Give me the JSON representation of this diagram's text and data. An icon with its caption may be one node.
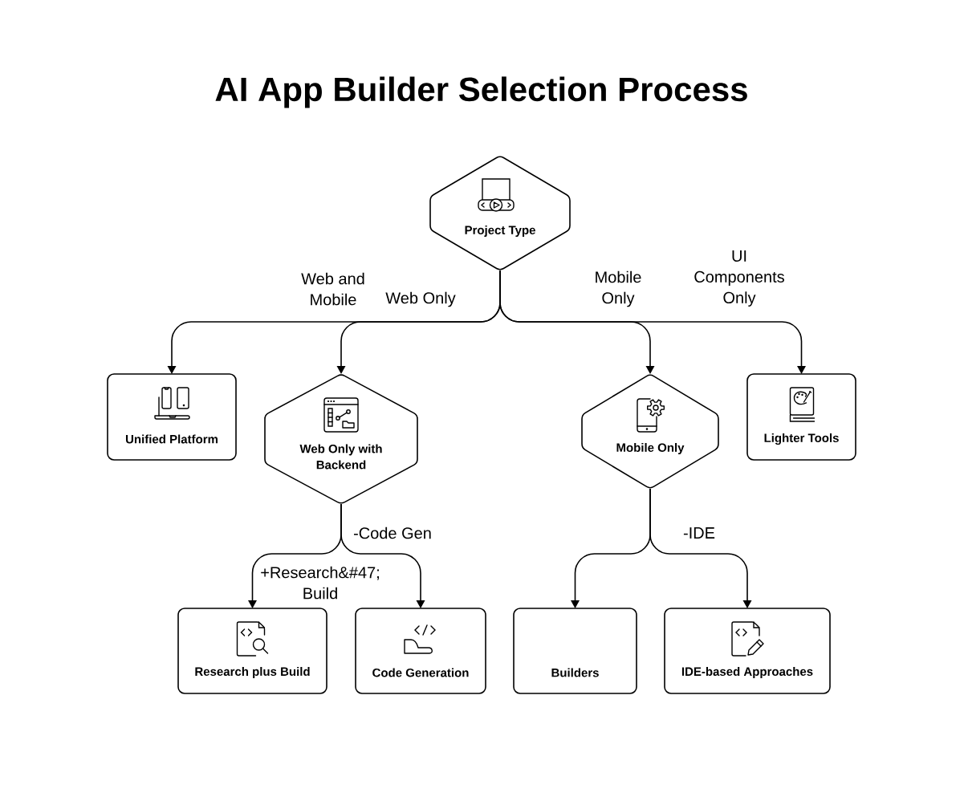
{
  "diagram": {
    "title": "AI App Builder Selection Process",
    "nodes": [
      {
        "text": [
          "Project Type"
        ]
      },
      {
        "text": [
          "Unified Platform"
        ]
      },
      {
        "text": [
          "Web Only with Backend"
        ]
      },
      {
        "text": [
          "Mobile Only"
        ]
      },
      {
        "text": [
          "Lighter Tools"
        ]
      },
      {
        "text": [
          "Research plus Build"
        ]
      },
      {
        "text": [
          "Code Generation"
        ]
      },
      {
        "text": [
          "Builders"
        ]
      },
      {
        "text": [
          "IDE-based Approaches"
        ]
      }
    ],
    "edges": [
      {
        "from": 0,
        "to": 1,
        "arrow": "to",
        "label": "Web and Mobile"
      },
      {
        "from": 0,
        "to": 2,
        "arrow": "to",
        "label": "Web Only"
      },
      {
        "from": 0,
        "to": 3,
        "arrow": "to",
        "label": "Mobile Only"
      },
      {
        "from": 0,
        "to": 4,
        "arrow": "to",
        "label": "UI Components Only"
      },
      {
        "from": 2,
        "to": 5,
        "arrow": "to",
        "label": "+Research&#47; Build"
      },
      {
        "from": 2,
        "to": 6,
        "arrow": "to",
        "label": "-Code Gen"
      },
      {
        "from": 3,
        "to": 7,
        "arrow": "to"
      },
      {
        "from": 3,
        "to": 8,
        "arrow": "to",
        "label": "-IDE"
      }
    ]
  }
}
